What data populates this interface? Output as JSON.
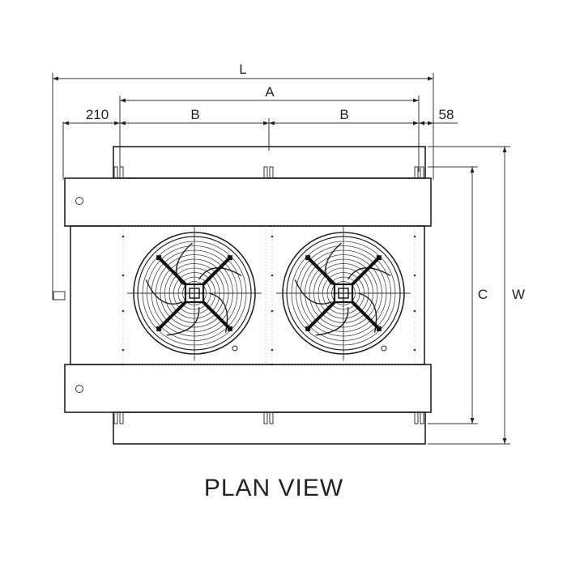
{
  "dimensions": {
    "overall_length": "L",
    "fan_span": "A",
    "fan_pitch_left": "B",
    "fan_pitch_right": "B",
    "left_offset": "210",
    "right_offset": "58",
    "inner_width": "C",
    "overall_width": "W"
  },
  "fans": {
    "count": 2,
    "icon": "axial-fan-icon"
  },
  "caption": "PLAN VIEW"
}
